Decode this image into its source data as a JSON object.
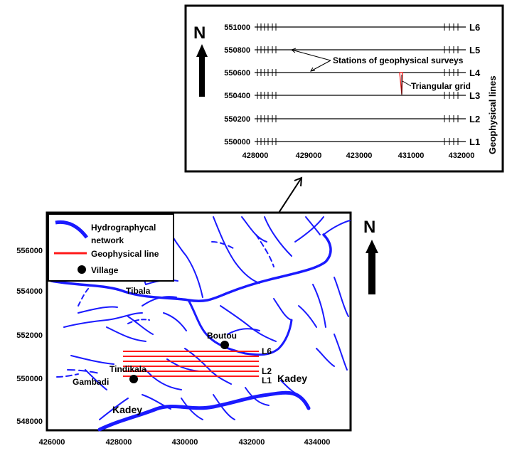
{
  "colors": {
    "river": "#1a1aff",
    "geo_line": "#ff1a1a",
    "frame": "#000000",
    "village": "#000000"
  },
  "inset": {
    "north_label": "N",
    "y_ticks": [
      "551000",
      "550800",
      "550600",
      "550400",
      "550200",
      "550000"
    ],
    "x_ticks": [
      "428000",
      "429000",
      "423000",
      "431000",
      "432000"
    ],
    "lines": [
      "L6",
      "L5",
      "L4",
      "L3",
      "L2",
      "L1"
    ],
    "side_title": "Geophysical lines",
    "annotation_stations": "Stations of geophysical surveys",
    "annotation_grid": "Triangular grid"
  },
  "main_map": {
    "north_label": "N",
    "y_ticks": [
      "556000",
      "554000",
      "552000",
      "550000",
      "548000"
    ],
    "x_ticks": [
      "426000",
      "428000",
      "430000",
      "432000",
      "434000"
    ],
    "legend": {
      "hydro_line1": "Hydrographycal",
      "hydro_line2": "network",
      "geo_line": "Geophysical line",
      "village": "Village"
    },
    "places": {
      "tibala": "Tibala",
      "boutou": "Boutou",
      "tindikala": "Tindikala",
      "gambadi": "Gambadi",
      "kadey_right": "Kadey",
      "kadey_left": "Kadey"
    },
    "line_labels": {
      "top": "L6",
      "l2": "L2",
      "l1": "L1"
    }
  }
}
